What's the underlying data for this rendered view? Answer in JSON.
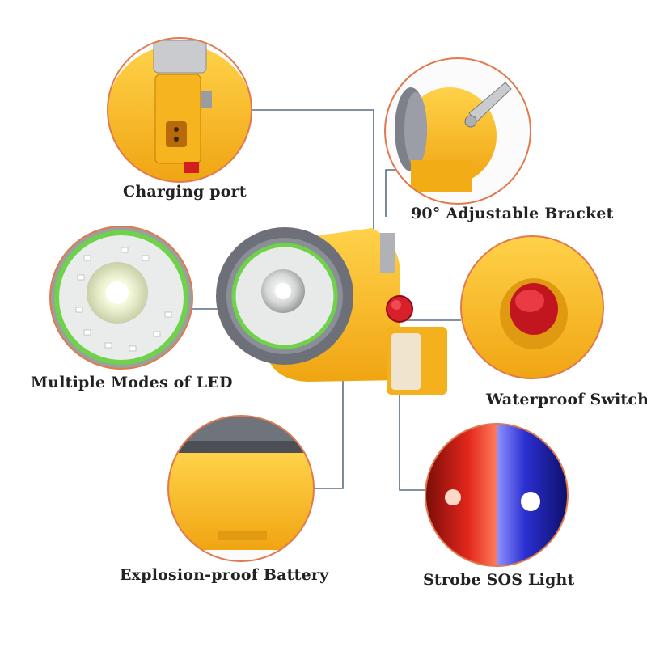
{
  "labels": {
    "charging_port": "Charging port",
    "adjustable_bracket": "90° Adjustable Bracket",
    "multiple_modes_led": "Multiple Modes of LED",
    "waterproof_switch": "Waterproof Switch",
    "explosion_proof_battery": "Explosion-proof Battery",
    "strobe_sos_light": "Strobe SOS Light"
  },
  "colors": {
    "circle_border": "#e07a4e",
    "leader_line": "#5a6f82",
    "housing_yellow": "#f6b51e",
    "housing_shadow": "#e39a10",
    "bezel_gray": "#7d8089",
    "green_ring": "#6fd24a",
    "switch_red": "#d8202a",
    "sos_red": "#e2261c",
    "sos_blue": "#2b2fd0"
  }
}
